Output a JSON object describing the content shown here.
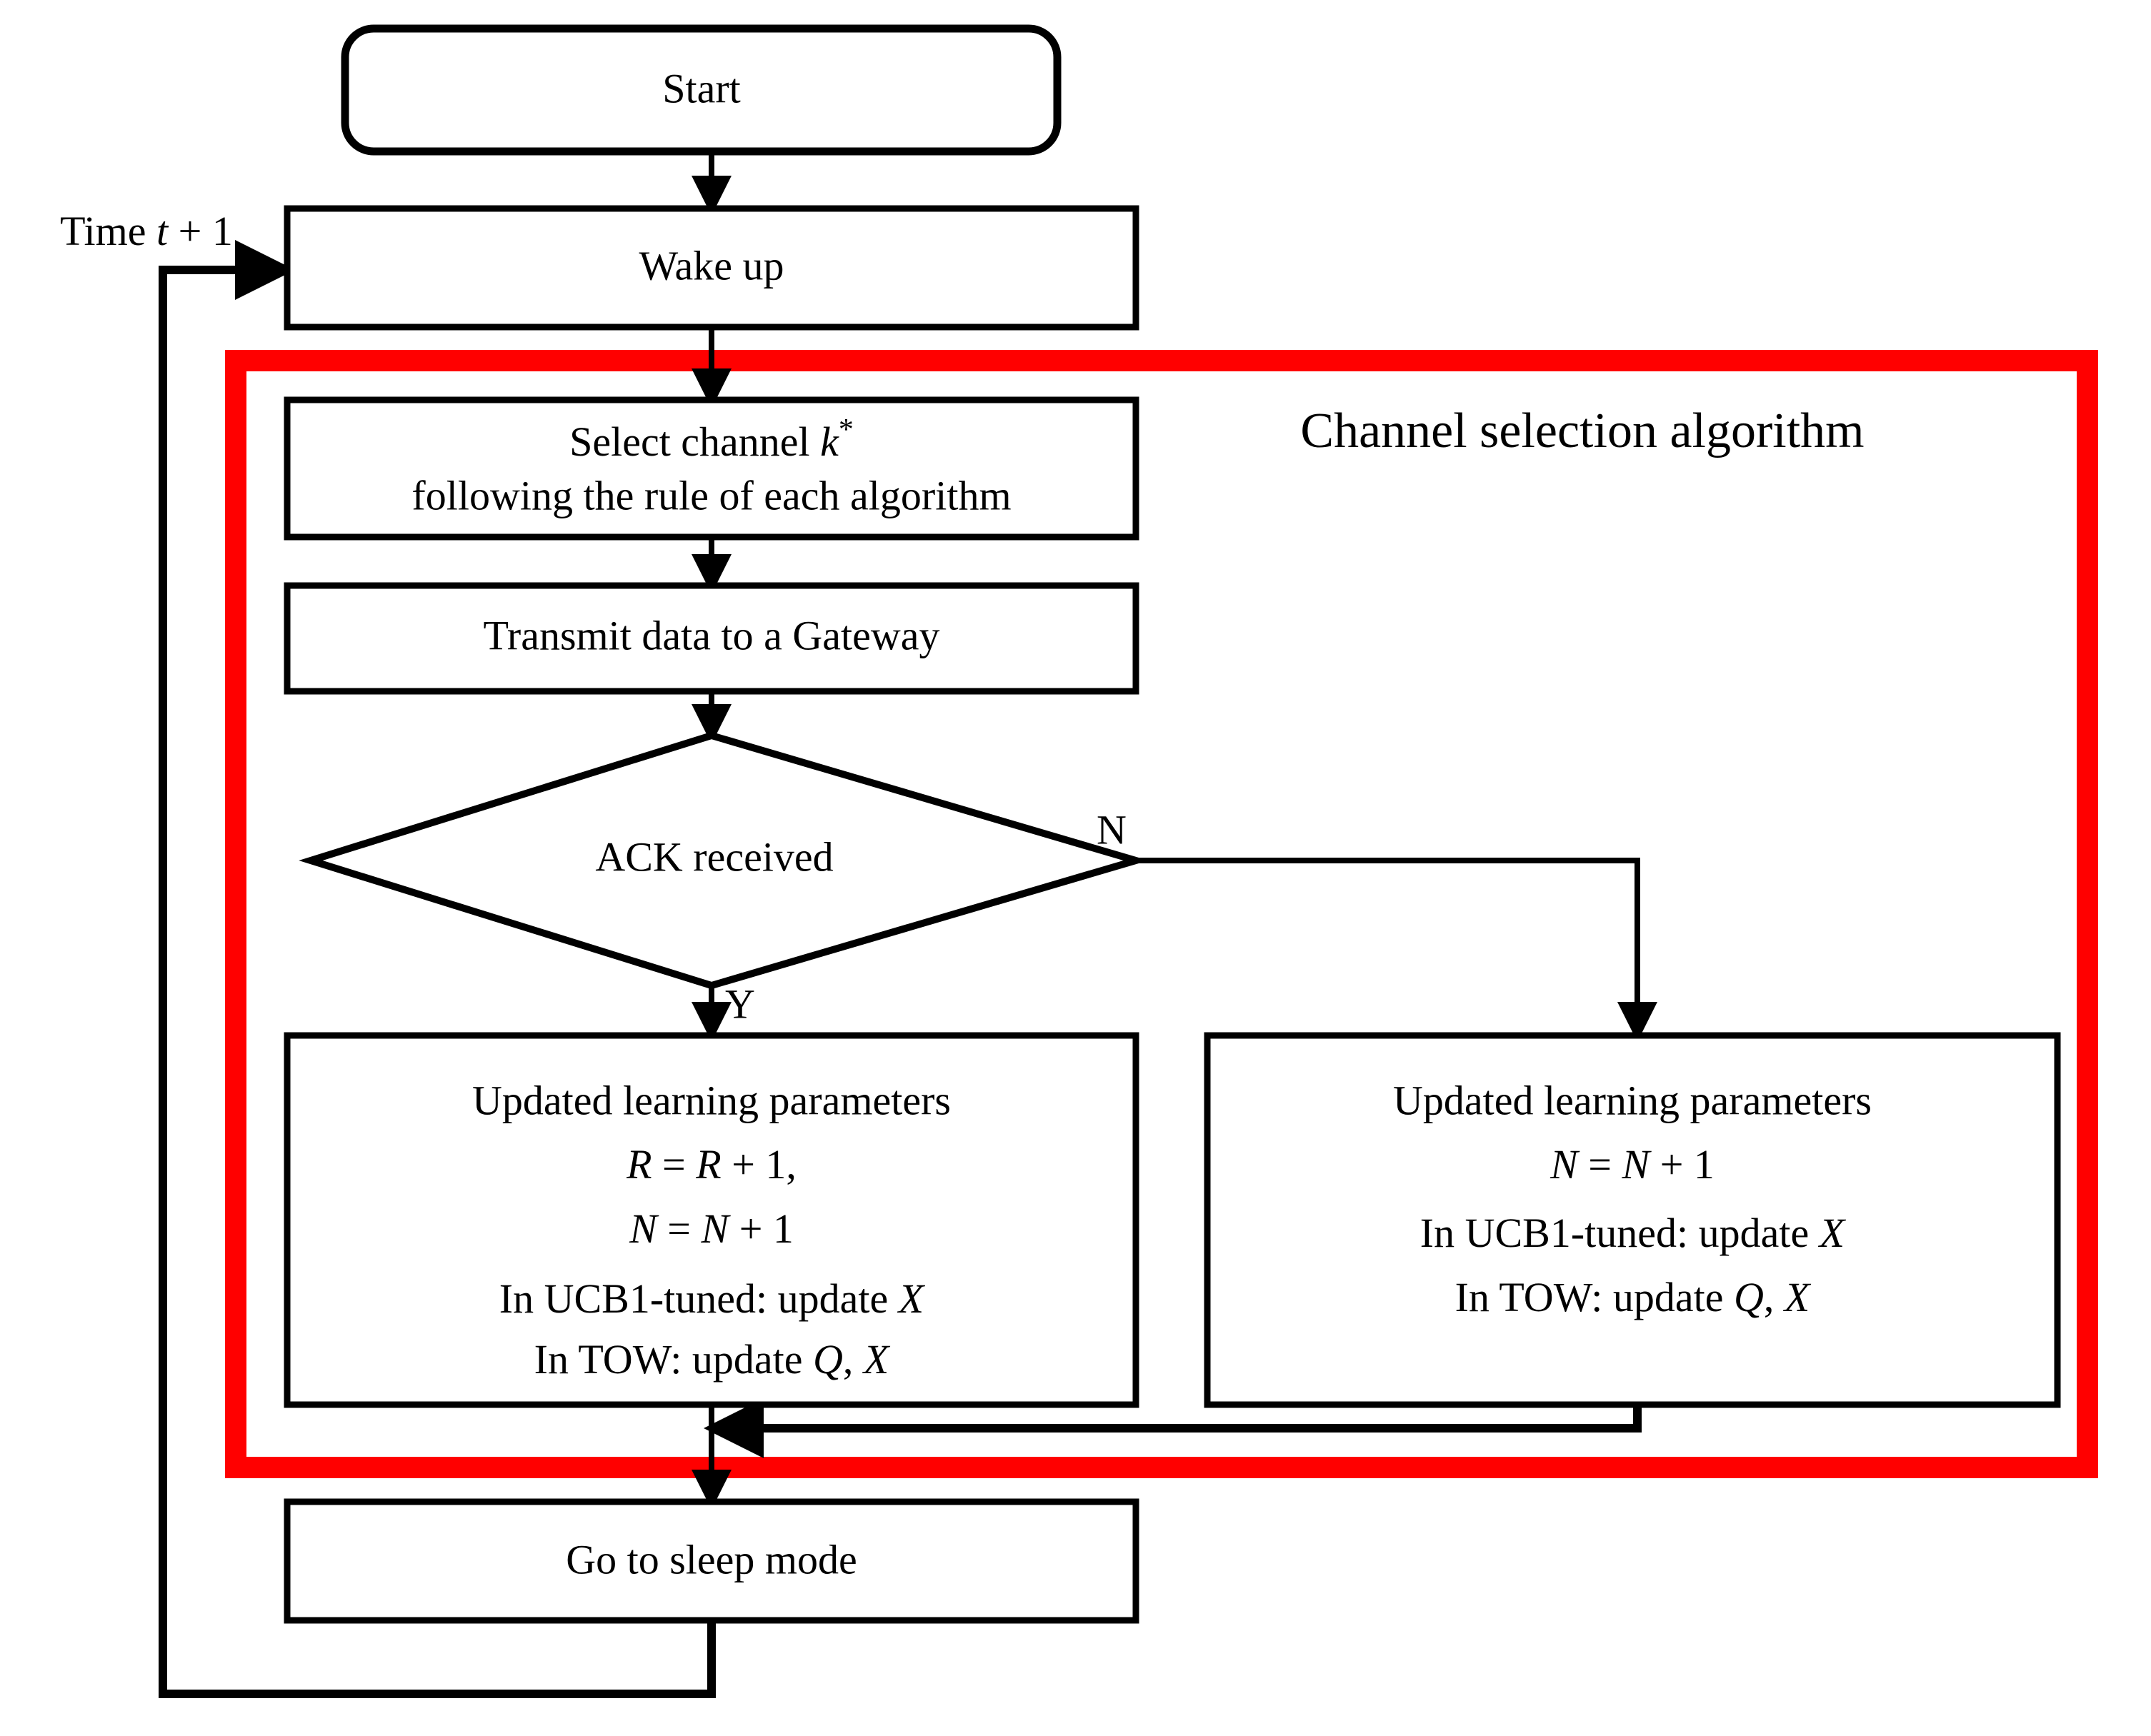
{
  "diagram": {
    "title": "Channel selection algorithm flowchart",
    "colors": {
      "stroke": "#000000",
      "highlight": "#FF0000",
      "background": "#FFFFFF"
    },
    "group_label": "Channel selection algorithm",
    "loop_label_pre": "Time ",
    "loop_label_var": "t",
    "loop_label_post": " + 1",
    "nodes": {
      "start": {
        "label": "Start",
        "shape": "rounded-rectangle"
      },
      "wake_up": {
        "label": "Wake up",
        "shape": "rectangle"
      },
      "select_channel": {
        "line1_pre": "Select channel ",
        "line1_var": "k",
        "line1_sup": "*",
        "line2": "following the rule of each algorithm",
        "shape": "rectangle"
      },
      "transmit": {
        "label": "Transmit data to a Gateway",
        "shape": "rectangle"
      },
      "ack_decision": {
        "label": "ACK received",
        "shape": "diamond"
      },
      "update_yes": {
        "line1": "Updated learning parameters",
        "line2_var1": "R",
        "line2_mid": " = ",
        "line2_var2": "R",
        "line2_post": " + 1,",
        "line3_var1": "N",
        "line3_mid": " = ",
        "line3_var2": "N",
        "line3_post": " + 1",
        "line4_pre": "In UCB1-tuned: update ",
        "line4_var": "X",
        "line5_pre": "In TOW: update ",
        "line5_var1": "Q",
        "line5_sep": ", ",
        "line5_var2": "X",
        "shape": "rectangle"
      },
      "update_no": {
        "line1": "Updated learning parameters",
        "line2_var1": "N",
        "line2_mid": " = ",
        "line2_var2": "N",
        "line2_post": " + 1",
        "line3_pre": "In UCB1-tuned: update ",
        "line3_var": "X",
        "line4_pre": "In TOW: update ",
        "line4_var1": "Q",
        "line4_sep": ", ",
        "line4_var2": "X",
        "shape": "rectangle"
      },
      "sleep": {
        "label": "Go to sleep mode",
        "shape": "rectangle"
      }
    },
    "edge_labels": {
      "yes": "Y",
      "no": "N"
    }
  }
}
